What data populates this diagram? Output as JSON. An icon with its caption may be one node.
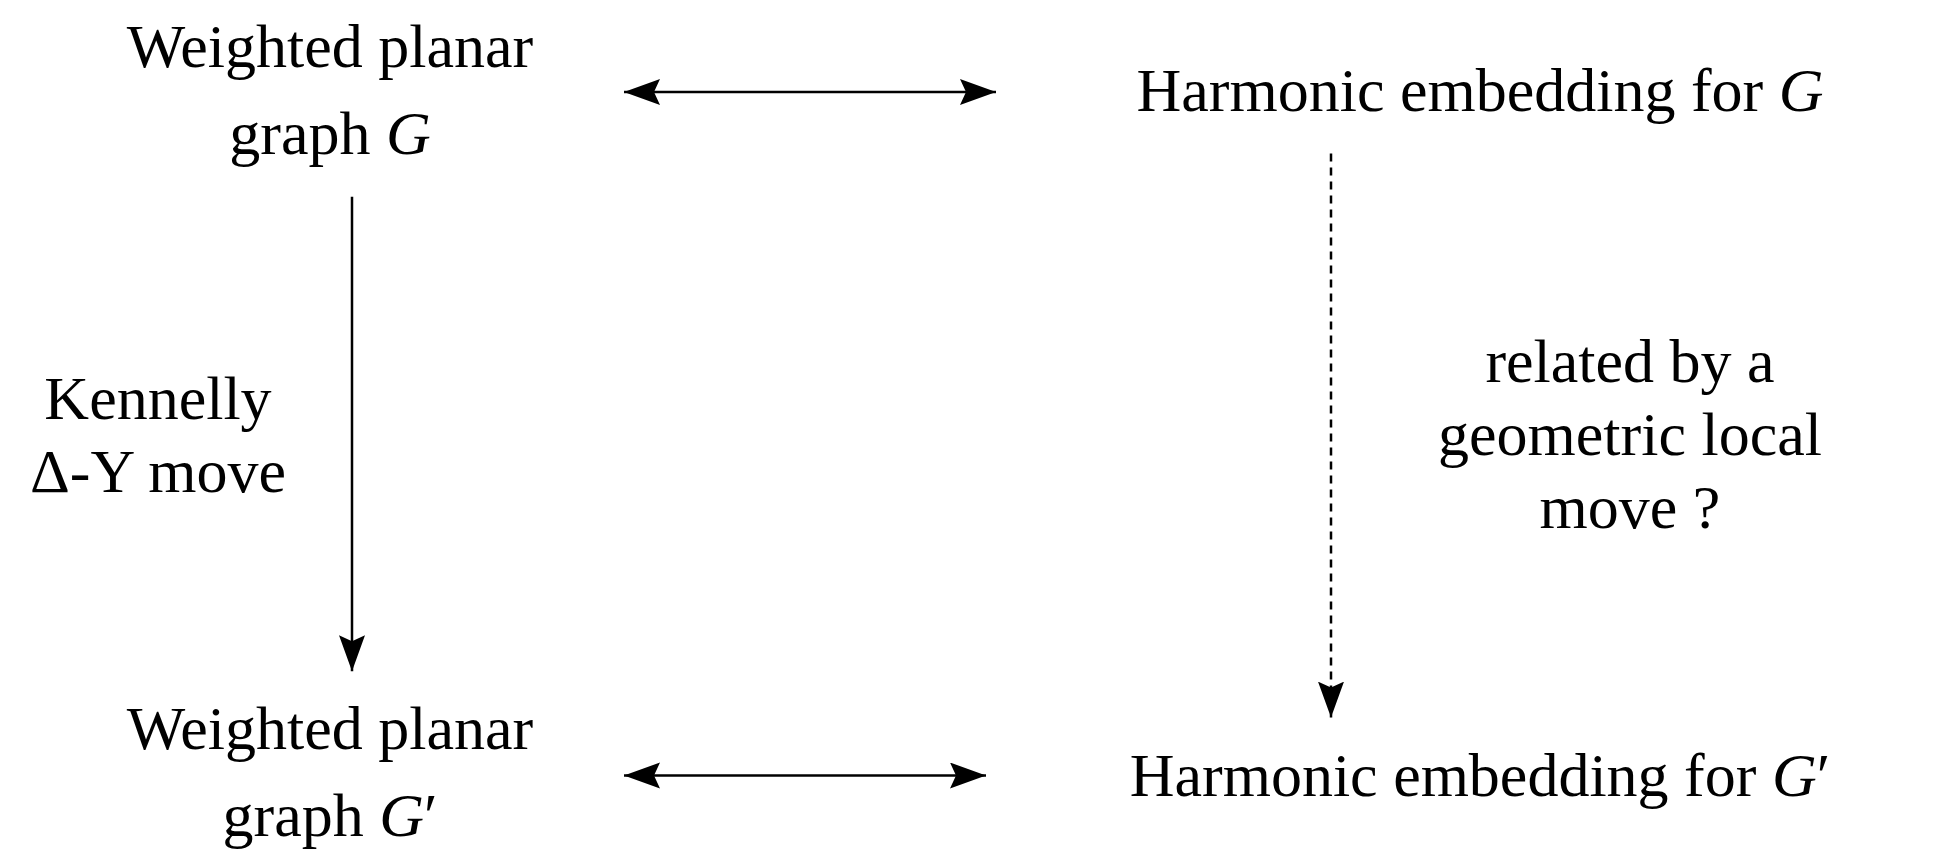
{
  "diagram": {
    "nodes": [
      {
        "text": [
          "Weighted planar graph *G*"
        ]
      },
      {
        "text": [
          "Harmonic embedding for *G*"
        ]
      },
      {
        "text": [
          "Weighted planar graph *G*′"
        ]
      },
      {
        "text": [
          "Harmonic embedding for *G*′"
        ]
      }
    ],
    "edges": [
      {
        "from": 0,
        "to": 1,
        "arrow": "both"
      },
      {
        "from": 0,
        "to": 2,
        "arrow": "to",
        "label": "Kennelly Δ-Y move"
      },
      {
        "from": 1,
        "to": 3,
        "arrow": "to",
        "label": "related by a geometric local move ?",
        "style": "dashed"
      },
      {
        "from": 2,
        "to": 3,
        "arrow": "both"
      }
    ]
  }
}
